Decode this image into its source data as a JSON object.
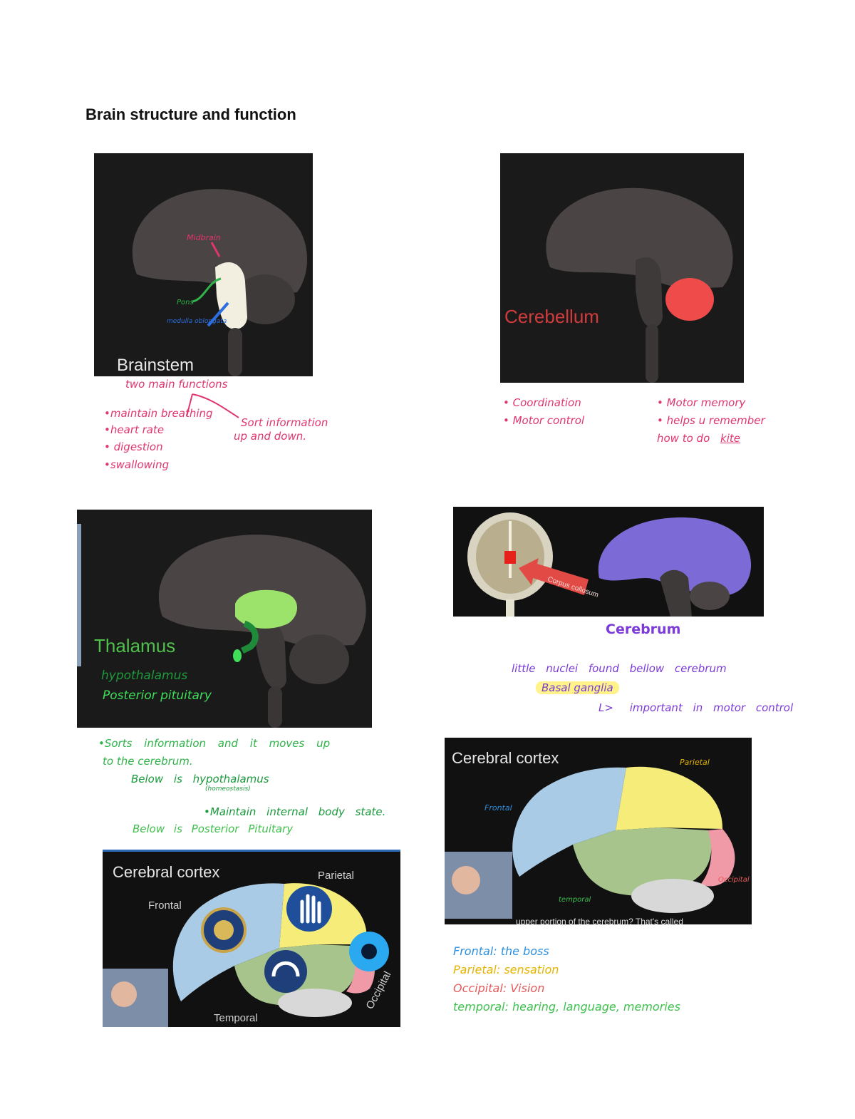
{
  "title": "Brain structure and function",
  "panels": {
    "brainstem": {
      "caption": "Brainstem",
      "labels": {
        "midbrain": "Midbrain",
        "pons": "Pons",
        "medulla": "medulla oblongata"
      }
    },
    "cerebellum": {
      "caption": "Cerebellum"
    },
    "thalamus": {
      "caption": "Thalamus",
      "labels": {
        "hypothalamus": "hypothalamus",
        "posterior": "Posterior pituitary"
      }
    },
    "cerebrum": {
      "label": "Corpus collosum"
    },
    "cortex1": {
      "caption": "Cerebral cortex",
      "labels": {
        "frontal": "Frontal",
        "parietal": "Parietal",
        "temporal": "Temporal",
        "occipital": "Occipital"
      }
    },
    "cortex2": {
      "caption": "Cerebral cortex",
      "labels": {
        "frontal": "Frontal",
        "parietal": "Parietal",
        "temporal": "temporal",
        "occipital": "Occipital"
      },
      "subtitle": "upper portion of the cerebrum? That's called"
    }
  },
  "notes": {
    "brainstem": {
      "heading": "two main functions",
      "left": [
        "•maintain breathing",
        "•heart rate",
        "• digestion",
        "•swallowing"
      ],
      "right": [
        "Sort information",
        "up and down."
      ]
    },
    "cerebellum": {
      "left": [
        "• Coordination",
        "• Motor control"
      ],
      "right_1": "• Motor memory",
      "right_2": "• helps u remember",
      "right_3_prefix": "how to do",
      "right_3_underlined": "kite"
    },
    "thalamus": {
      "line1": "•Sorts information and it moves up",
      "line2": "to the cerebrum.",
      "line3": "Below is hypothalamus",
      "line3_sub": "(homeostasis)",
      "line4": "•Maintain internal body state.",
      "line5": "Below is Posterior Pituitary"
    },
    "cerebrum": {
      "heading": "Cerebrum",
      "line1": "little nuclei found bellow cerebrum",
      "highlight": "Basal ganglia",
      "arrow": "L>",
      "line3": "important in motor control"
    },
    "cortex": {
      "frontal": "Frontal: the boss",
      "parietal": "Parietal: sensation",
      "occipital": "Occipital: Vision",
      "temporal": "temporal: hearing, language, memories"
    }
  },
  "colors": {
    "panel_bg": "#1a1a1a",
    "brain_gray": "#4a4444",
    "brainstem_white": "#f3efe0",
    "cerebellum_red": "#ef4b4b",
    "thalamus_green": "#9be36a",
    "cerebrum_purple": "#7c6bd6",
    "frontal_blue": "#a9cbe6",
    "parietal_yellow": "#f5ec7a",
    "temporal_green": "#a6c48c",
    "occipital_pink": "#ef9aa6"
  }
}
